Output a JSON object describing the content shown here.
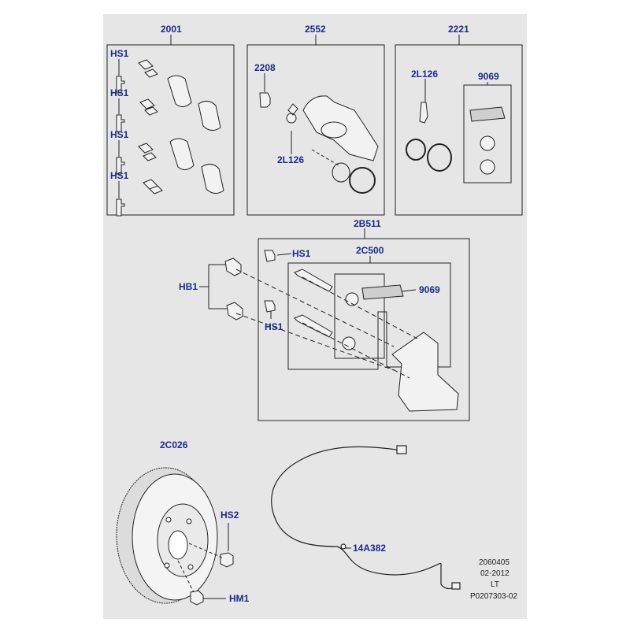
{
  "diagram": {
    "labels": {
      "pad_kit": "2001",
      "caliper": "2552",
      "seal_kit": "2221",
      "bleed_screw": "2208",
      "bleed_cap_top": "2L126",
      "bleed_cap_left": "2L126",
      "grease_top": "9069",
      "carrier_assy": "2B511",
      "guide_kit": "2C500",
      "grease_mid": "9069",
      "bolt_hs1_a": "HS1",
      "bolt_hs1_b": "HS1",
      "bolt_hs1_c": "HS1",
      "bolt_hs1_d": "HS1",
      "bolt_hs1_e": "HS1",
      "bolt_hs1_f": "HS1",
      "bolt_hb1": "HB1",
      "disc": "2C026",
      "screw_hs2": "HS2",
      "nut_hm1": "HM1",
      "wear_sensor": "14A382"
    },
    "reference": {
      "code": "2060405",
      "date": "02-2012",
      "region": "LT",
      "drawing": "P0207303-02"
    },
    "colors": {
      "background": "#e6e6e6",
      "label": "#1c2a8a",
      "line": "#222222"
    }
  }
}
